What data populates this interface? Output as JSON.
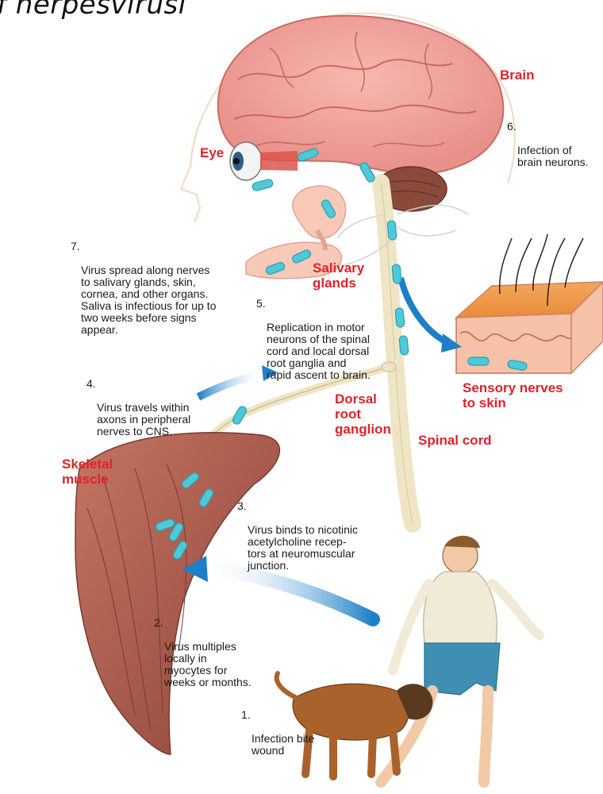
{
  "title": "f herpesvirusi",
  "labels": {
    "brain": "Brain",
    "eye": "Eye",
    "salivary_glands": "Salivary\nglands",
    "dorsal_root_ganglion": "Dorsal\nroot\nganglion",
    "spinal_cord": "Spinal cord",
    "skeletal_muscle": "Skeletal\nmuscle",
    "sensory_nerves": "Sensory nerves\nto skin"
  },
  "steps": [
    {
      "num": "1.",
      "text": "Infection bite\nwound"
    },
    {
      "num": "2.",
      "text": "Virus multiples\nlocally in\nmyocytes for\nweeks or months."
    },
    {
      "num": "3.",
      "text": "Virus binds to nicotinic\nacetylcholine recep-\ntors at neuromuscular\njunction."
    },
    {
      "num": "4.",
      "text": "Virus travels within\naxons in peripheral\nnerves to CNS."
    },
    {
      "num": "5.",
      "text": "Replication in motor\nneurons of the spinal\ncord and local dorsal\nroot ganglia and\nrapid ascent to brain."
    },
    {
      "num": "6.",
      "text": "Infection of\nbrain neurons."
    },
    {
      "num": "7.",
      "text": "Virus spread along nerves\nto  salivary glands, skin,\ncornea, and other organs.\nSaliva is infectious for up to\ntwo weeks before signs\nappear."
    }
  ],
  "colors": {
    "label_red": "#e0222a",
    "virus_cyan": "#4fc9d8",
    "arrow_blue": "#1d7fc7",
    "brain_pink": "#f2a7a0",
    "muscle_brown": "#a8574a",
    "nerve_tan": "#efe4c4"
  }
}
